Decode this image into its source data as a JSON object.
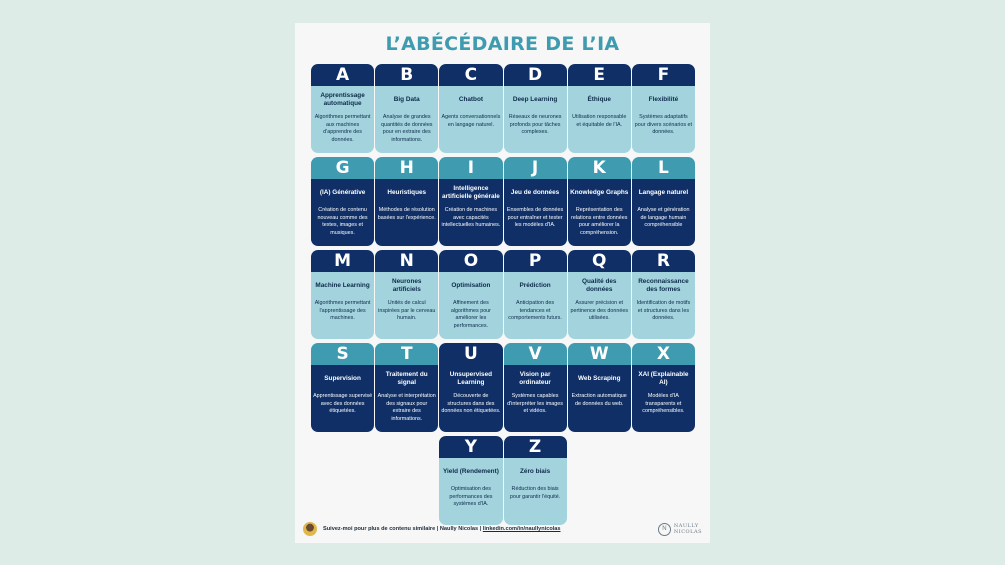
{
  "title": "L’ABÉCÉDAIRE DE L’IA",
  "rows": [
    [
      {
        "letter": "A",
        "term": "Apprentissage automatique",
        "desc": "Algorithmes permettant aux machines d'apprendre des données."
      },
      {
        "letter": "B",
        "term": "Big Data",
        "desc": "Analyse de grandes quantités de données pour en extraire des informations."
      },
      {
        "letter": "C",
        "term": "Chatbot",
        "desc": "Agents conversationnels en langage naturel."
      },
      {
        "letter": "D",
        "term": "Deep Learning",
        "desc": "Réseaux de neurones profonds pour tâches complexes."
      },
      {
        "letter": "E",
        "term": "Éthique",
        "desc": "Utilisation responsable et équitable de l'IA."
      },
      {
        "letter": "F",
        "term": "Flexibilité",
        "desc": "Systèmes adaptatifs pour divers scénarios et données."
      }
    ],
    [
      {
        "letter": "G",
        "term": "(IA) Générative",
        "desc": "Création de contenu nouveau comme des textes, images et musiques."
      },
      {
        "letter": "H",
        "term": "Heuristiques",
        "desc": "Méthodes de résolution basées sur l'expérience."
      },
      {
        "letter": "I",
        "term": "Intelligence artificielle générale",
        "desc": "Création de machines avec capacités intellectuelles humaines."
      },
      {
        "letter": "J",
        "term": "Jeu de données",
        "desc": "Ensembles de données pour entraîner et tester les modèles d'IA."
      },
      {
        "letter": "K",
        "term": "Knowledge Graphs",
        "desc": "Représentation des relations entre données pour améliorer la compréhension."
      },
      {
        "letter": "L",
        "term": "Langage naturel",
        "desc": "Analyse et génération de langage humain compréhensible"
      }
    ],
    [
      {
        "letter": "M",
        "term": "Machine Learning",
        "desc": "Algorithmes permettant l'apprentissage des machines."
      },
      {
        "letter": "N",
        "term": "Neurones artificiels",
        "desc": "Unités de calcul inspirées par le cerveau humain."
      },
      {
        "letter": "O",
        "term": "Optimisation",
        "desc": "Affinement des algorithmes pour améliorer les performances."
      },
      {
        "letter": "P",
        "term": "Prédiction",
        "desc": "Anticipation des tendances et comportements futurs."
      },
      {
        "letter": "Q",
        "term": "Qualité des données",
        "desc": "Assurer précision et pertinence des données utilisées."
      },
      {
        "letter": "R",
        "term": "Reconnaissance des formes",
        "desc": "Identification de motifs et structures dans les données."
      }
    ],
    [
      {
        "letter": "S",
        "term": "Supervision",
        "desc": "Apprentissage supervisé avec des données étiquetées."
      },
      {
        "letter": "T",
        "term": "Traitement du signal",
        "desc": "Analyse et interprétation des signaux pour extraire des informations."
      },
      {
        "letter": "U",
        "term": "Unsupervised Learning",
        "desc": "Découverte de structures dans des données non étiquetées."
      },
      {
        "letter": "V",
        "term": "Vision par ordinateur",
        "desc": "Systèmes capables d'interpréter les images et vidéos."
      },
      {
        "letter": "W",
        "term": "Web Scraping",
        "desc": "Extraction automatique de données du web."
      },
      {
        "letter": "X",
        "term": "XAI (Explainable AI)",
        "desc": "Modèles d'IA transparents et compréhensibles."
      }
    ],
    [
      {
        "letter": "Y",
        "term": "Yield (Rendement)",
        "desc": "Optimisation des performances des systèmes d'IA."
      },
      {
        "letter": "Z",
        "term": "Zéro biais",
        "desc": "Réduction des biais pour garantir l'équité."
      }
    ]
  ],
  "footer": {
    "text": "Suivez-moi pour plus de contenu similaire | Naully Nicolas | ",
    "link": "linkedin.com/in/naullynicolas",
    "brand_line1": "NAULLY",
    "brand_line2": "NICOLAS",
    "brand_mark": "N"
  },
  "colors": {
    "navy": "#0f2f66",
    "teal": "#3e9bb0",
    "light_blue": "#a3d4dd",
    "background": "#deece7"
  }
}
